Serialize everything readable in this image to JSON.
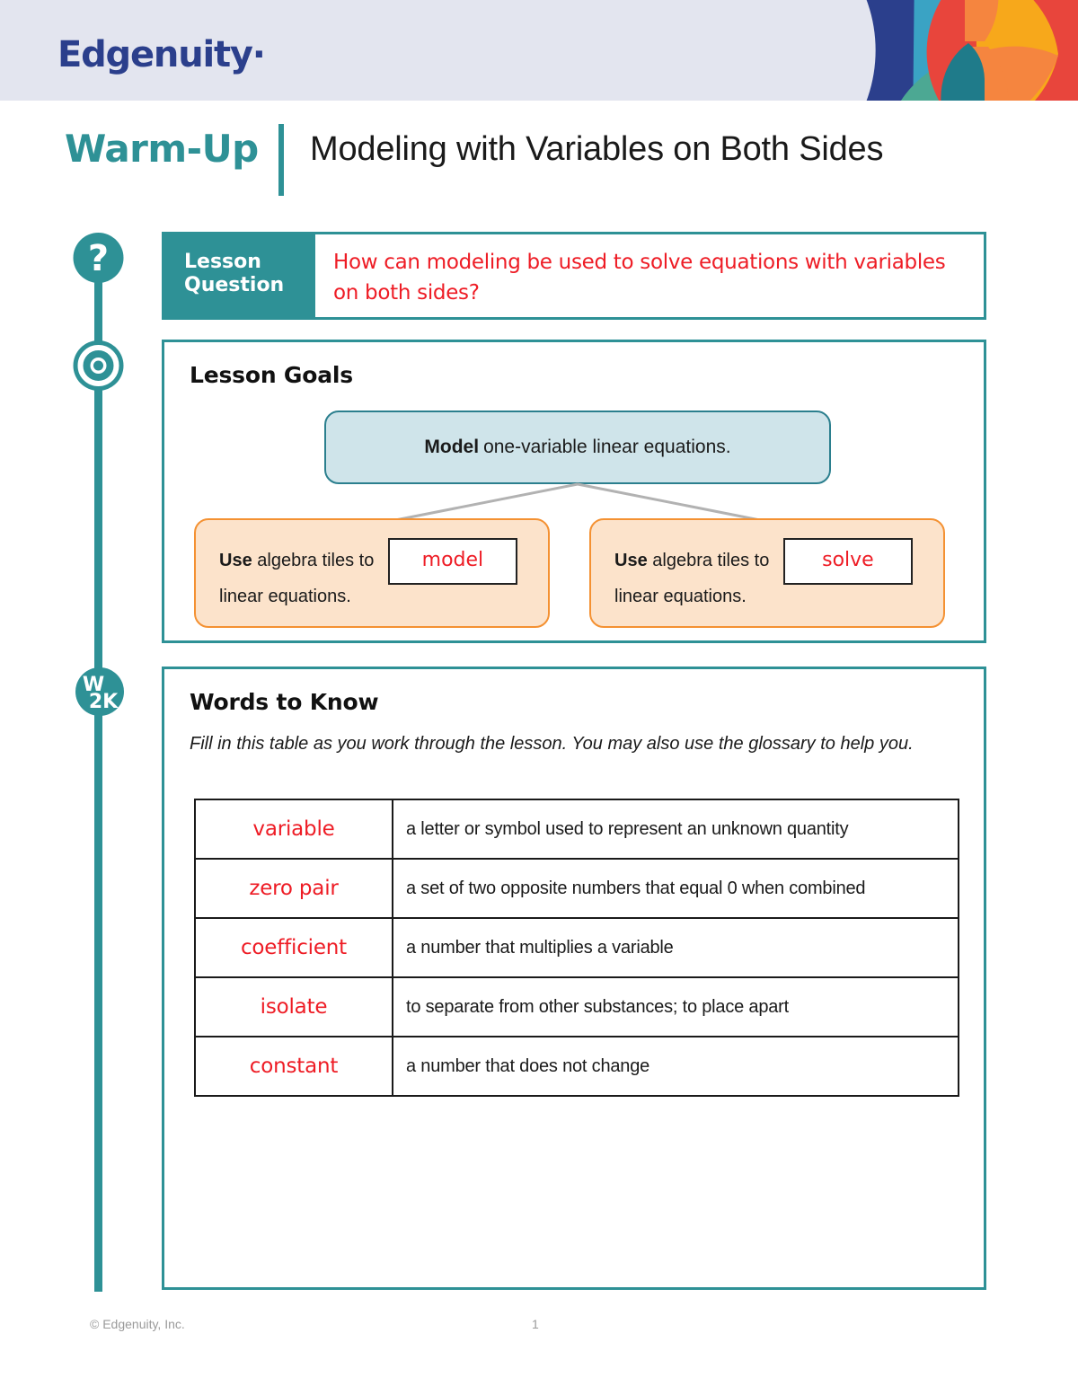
{
  "brand": {
    "logo_text": "Edgenuity",
    "logo_color": "#2b3f8c",
    "accent_teal": "#2e9196",
    "accent_red": "#ee1c25",
    "accent_orange": "#f49132",
    "header_band_color": "#e3e5ef",
    "petal_colors": [
      "#2b3f8c",
      "#3aa3c4",
      "#f7a81b",
      "#e8453c",
      "#4ca893",
      "#f5853f",
      "#1f7b8a"
    ]
  },
  "title": {
    "eyebrow": "Warm-Up",
    "lesson_name": "Modeling with Variables on Both Sides"
  },
  "lesson_question": {
    "label_line1": "Lesson",
    "label_line2": "Question",
    "answer": "How can modeling be used to solve equations with variables on both sides?"
  },
  "lesson_goals": {
    "heading": "Lesson Goals",
    "top_goal": {
      "bold": "Model",
      "rest": "one-variable linear equations."
    },
    "sub_goals": [
      {
        "bold": "Use",
        "text_before": "algebra tiles to",
        "blank_answer": "model",
        "text_after": "linear equations."
      },
      {
        "bold": "Use",
        "text_before": "algebra tiles to",
        "blank_answer": "solve",
        "text_after": "linear equations."
      }
    ]
  },
  "words_to_know": {
    "heading": "Words to Know",
    "instructions": "Fill in this table as you work through the lesson. You may also use the glossary to help you.",
    "rows": [
      {
        "term": "variable",
        "definition": "a letter or symbol used to represent an unknown quantity"
      },
      {
        "term": "zero pair",
        "definition": "a set of two opposite numbers that equal 0 when combined"
      },
      {
        "term": "coefficient",
        "definition": "a number that multiplies a variable"
      },
      {
        "term": "isolate",
        "definition": "to separate from other substances; to place apart"
      },
      {
        "term": "constant",
        "definition": "a number that does not change"
      }
    ]
  },
  "rail_icons": [
    {
      "name": "question-mark-icon",
      "glyph": "?"
    },
    {
      "name": "target-icon",
      "glyph": "◎"
    },
    {
      "name": "words-to-know-icon",
      "line1": "W",
      "line2": "2K"
    }
  ],
  "footer": {
    "copyright": "© Edgenuity, Inc.",
    "page_number": "1"
  }
}
